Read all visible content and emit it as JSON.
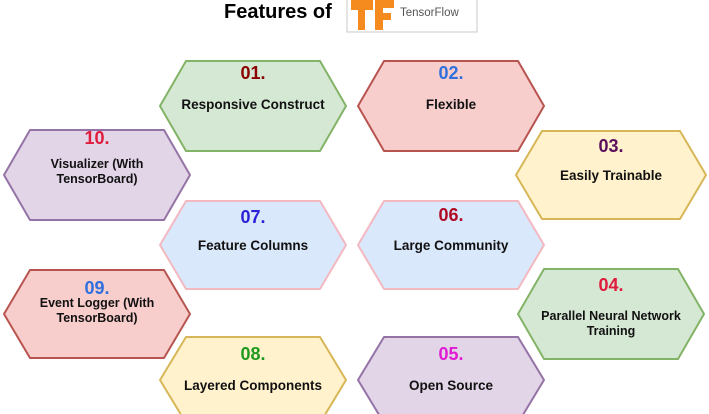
{
  "title": {
    "text": "Features of",
    "logo_text": "TensorFlow",
    "logo_icon": "tensorflow-logo-icon",
    "logo_color": "#f58b1f"
  },
  "features": [
    {
      "number": "01.",
      "label": [
        "Responsive Construct"
      ],
      "fill": "#d5e8d4",
      "stroke": "#82b366",
      "number_color": "#8b0000"
    },
    {
      "number": "02.",
      "label": [
        "Flexible"
      ],
      "fill": "#f8cecc",
      "stroke": "#b85450",
      "number_color": "#2f6fde"
    },
    {
      "number": "03.",
      "label": [
        "Easily Trainable"
      ],
      "fill": "#fff2cc",
      "stroke": "#d6b656",
      "number_color": "#5c0f5c"
    },
    {
      "number": "04.",
      "label": [
        "Parallel Neural Network",
        "Training"
      ],
      "fill": "#d5e8d4",
      "stroke": "#82b366",
      "number_color": "#e01b3c"
    },
    {
      "number": "05.",
      "label": [
        "Open Source"
      ],
      "fill": "#e1d5e7",
      "stroke": "#9673a6",
      "number_color": "#e01bd4"
    },
    {
      "number": "06.",
      "label": [
        "Large Community"
      ],
      "fill": "#dae8fc",
      "stroke": "#f4b8c0",
      "number_color": "#b00b25"
    },
    {
      "number": "07.",
      "label": [
        "Feature Columns"
      ],
      "fill": "#dae8fc",
      "stroke": "#f4b8c0",
      "number_color": "#2b1fd8"
    },
    {
      "number": "08.",
      "label": [
        "Layered Components"
      ],
      "fill": "#fff2cc",
      "stroke": "#d6b656",
      "number_color": "#1f9a1f"
    },
    {
      "number": "09.",
      "label": [
        "Event Logger (With",
        "TensorBoard)"
      ],
      "fill": "#f8cecc",
      "stroke": "#b85450",
      "number_color": "#2f6fde"
    },
    {
      "number": "10.",
      "label": [
        "Visualizer (With",
        "TensorBoard)"
      ],
      "fill": "#e1d5e7",
      "stroke": "#9673a6",
      "number_color": "#e01b3c"
    }
  ]
}
